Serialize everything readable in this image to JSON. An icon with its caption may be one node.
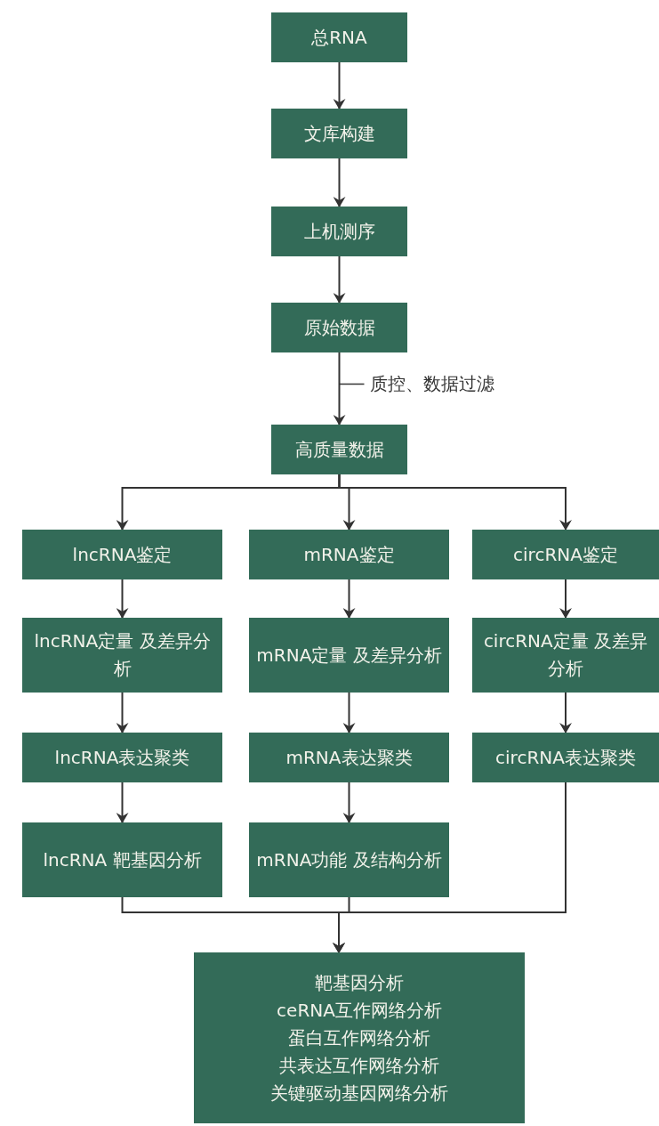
{
  "diagram": {
    "nodes": [
      {
        "text": [
          "总RNA"
        ]
      },
      {
        "text": [
          "文库构建"
        ]
      },
      {
        "text": [
          "上机测序"
        ]
      },
      {
        "text": [
          "原始数据"
        ]
      },
      {
        "text": [
          "高质量数据"
        ]
      },
      {
        "text": [
          "lncRNA鉴定"
        ]
      },
      {
        "text": [
          "mRNA鉴定"
        ]
      },
      {
        "text": [
          "circRNA鉴定"
        ]
      },
      {
        "text": [
          "lncRNA定量 及差异分析"
        ]
      },
      {
        "text": [
          "mRNA定量 及差异分析"
        ]
      },
      {
        "text": [
          "circRNA定量 及差异分析"
        ]
      },
      {
        "text": [
          "lncRNA表达聚类"
        ]
      },
      {
        "text": [
          "mRNA表达聚类"
        ]
      },
      {
        "text": [
          "circRNA表达聚类"
        ]
      },
      {
        "text": [
          "lncRNA 靶基因分析"
        ]
      },
      {
        "text": [
          "mRNA功能 及结构分析"
        ]
      },
      {
        "text": [
          "靶基因分析",
          "ceRNA互作网络分析",
          "蛋白互作网络分析",
          "共表达互作网络分析",
          "关键驱动基因网络分析"
        ]
      }
    ],
    "edges": [
      {
        "from": 0,
        "to": 1,
        "arrow": "to"
      },
      {
        "from": 1,
        "to": 2,
        "arrow": "to"
      },
      {
        "from": 2,
        "to": 3,
        "arrow": "to"
      },
      {
        "from": 3,
        "to": 4,
        "arrow": "to",
        "label": "质控、数据过滤"
      },
      {
        "from": 4,
        "to": 5,
        "arrow": "to"
      },
      {
        "from": 4,
        "to": 6,
        "arrow": "to"
      },
      {
        "from": 4,
        "to": 7,
        "arrow": "to"
      },
      {
        "from": 5,
        "to": 8,
        "arrow": "to"
      },
      {
        "from": 6,
        "to": 9,
        "arrow": "to"
      },
      {
        "from": 7,
        "to": 10,
        "arrow": "to"
      },
      {
        "from": 8,
        "to": 11,
        "arrow": "to"
      },
      {
        "from": 9,
        "to": 12,
        "arrow": "to"
      },
      {
        "from": 10,
        "to": 13,
        "arrow": "to"
      },
      {
        "from": 11,
        "to": 14,
        "arrow": "to"
      },
      {
        "from": 12,
        "to": 15,
        "arrow": "to"
      },
      {
        "from": 14,
        "to": 16,
        "arrow": "to"
      },
      {
        "from": 15,
        "to": 16,
        "arrow": "to"
      },
      {
        "from": 13,
        "to": 16,
        "arrow": "to"
      }
    ]
  }
}
